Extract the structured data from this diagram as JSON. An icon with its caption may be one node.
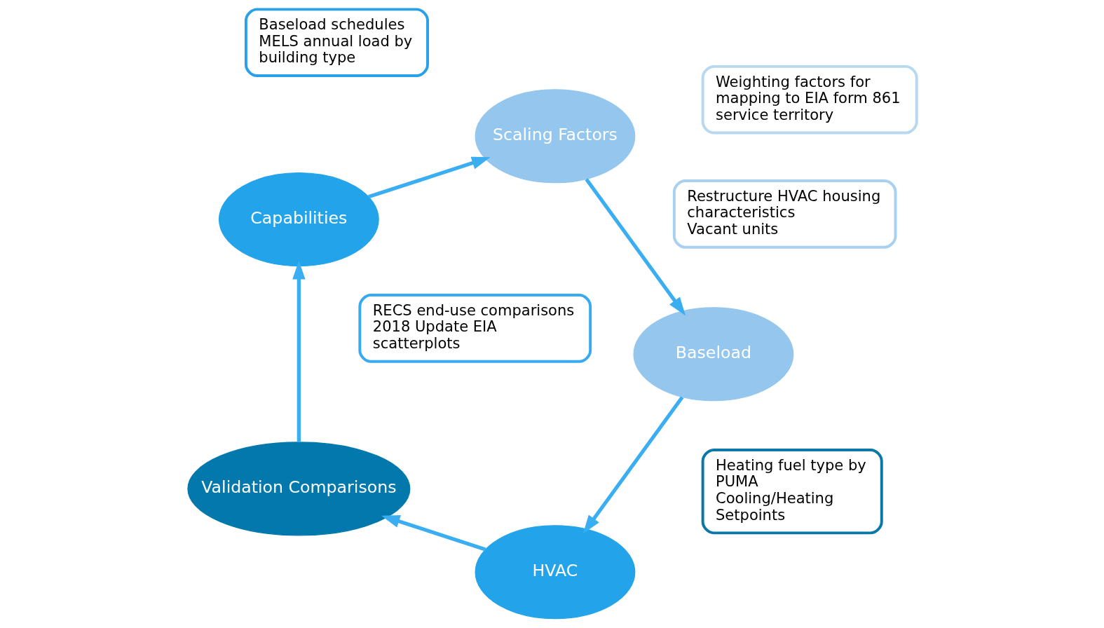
{
  "diagram": {
    "nodes": [
      {
        "text": [
          "Heating fuel type by PUMA",
          "Cooling/Heating Setpoints"
        ]
      },
      {
        "text": [
          "HVAC"
        ]
      },
      {
        "text": [
          "Validation Comparisons"
        ]
      },
      {
        "text": [
          "RECS end-use comparisons",
          "2018 Update EIA scatterplots"
        ]
      },
      {
        "text": [
          "Baseload"
        ]
      },
      {
        "text": [
          "Capabilities"
        ]
      },
      {
        "text": [
          "Baseload schedules",
          "MELS annual load by building type"
        ]
      },
      {
        "text": [
          "Restructure HVAC housing characteristics",
          "Vacant units"
        ]
      },
      {
        "text": [
          "Scaling Factors"
        ]
      },
      {
        "text": [
          "Weighting factors for mapping to EIA form 861 service territory"
        ]
      }
    ],
    "edges": [
      {
        "from": 1,
        "to": 2,
        "arrow": "to"
      },
      {
        "from": 2,
        "to": 5,
        "arrow": "to"
      },
      {
        "from": 5,
        "to": 8,
        "arrow": "to"
      },
      {
        "from": 8,
        "to": 4,
        "arrow": "to"
      },
      {
        "from": 4,
        "to": 1,
        "arrow": "to"
      }
    ]
  }
}
